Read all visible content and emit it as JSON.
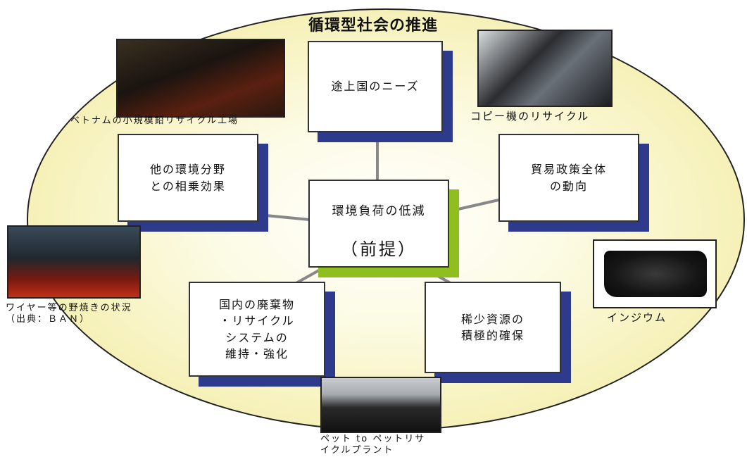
{
  "title": "循環型社会の推進",
  "center": {
    "line1": "環境負荷の低減",
    "line2": "（前提）"
  },
  "boxes": {
    "top": "途上国のニーズ",
    "left": "他の環境分野\nとの相乗効果",
    "right": "貿易政策全体\nの動向",
    "bottom_left": "国内の廃棄物\n・リサイクル\nシステムの\n維持・強化",
    "bottom_right": "稀少資源の\n積極的確保"
  },
  "captions": {
    "vietnam": "ベトナムの小規模鉛リサイクル工場",
    "copier": "コピー機のリサイクル",
    "wire": "ワイヤー等の野焼きの状況\n（出典：ＢＡＮ）",
    "indium": "インジウム",
    "pet": "ペット to ペットリサ\nイクルプラント"
  },
  "colors": {
    "box_shadow": "#2e3a8c",
    "center_shadow": "#8fbf1f",
    "ellipse_fill": "#f6f1b8"
  }
}
